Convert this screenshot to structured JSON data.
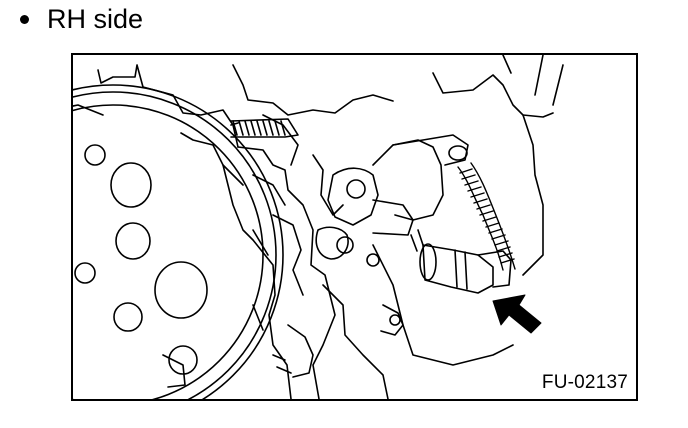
{
  "section": {
    "bullet": "•",
    "title": "RH side"
  },
  "figure": {
    "code": "FU-02137",
    "description_icon": "engine-crank-angle-sensor-illustration",
    "arrow_icon": "indicator-arrow-icon"
  }
}
